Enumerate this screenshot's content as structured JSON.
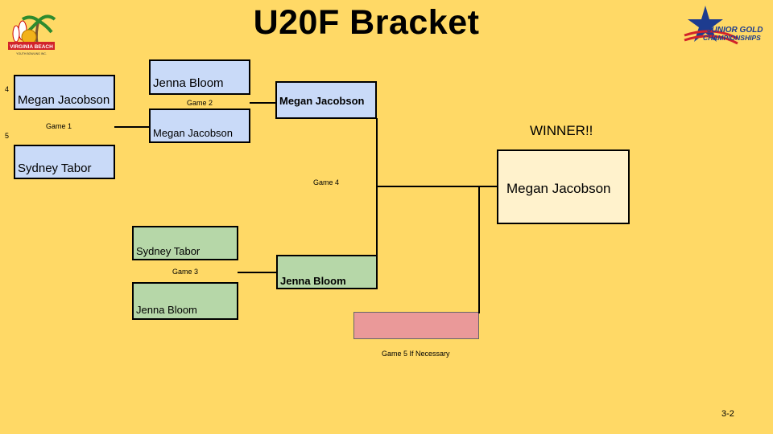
{
  "title": "U20F Bracket",
  "seeds": {
    "top": "4",
    "bottom": "5"
  },
  "round1": {
    "game1": {
      "label": "Game 1",
      "player_a": "Megan Jacobson",
      "player_b": "Sydney Tabor"
    },
    "game2": {
      "label": "Game 2",
      "player_a": "Jenna Bloom",
      "player_b": "Megan Jacobson"
    },
    "game3": {
      "label": "Game 3",
      "player_a": "Sydney Tabor",
      "player_b": "Jenna Bloom"
    }
  },
  "round2": {
    "winner_top": "Megan Jacobson",
    "winner_bottom": "Jenna Bloom"
  },
  "game4": {
    "label": "Game 4"
  },
  "game5": {
    "label": "Game 5 If Necessary",
    "player": ""
  },
  "winner": {
    "heading": "WINNER!!",
    "name": "Megan Jacobson"
  },
  "logos": {
    "left": {
      "line1": "VIRGINIA BEACH",
      "line2": "YOUTH BOWLING INC."
    },
    "right": {
      "line1": "JUNIOR GOLD",
      "line2": "CHAMPIONSHIPS"
    }
  },
  "page_number": "3-2",
  "colors": {
    "background": "#ffd966",
    "blue_box": "#c9daf8",
    "green_box": "#b6d7a8",
    "winner_box": "#fff2cc",
    "game5_box": "#ea9999"
  }
}
